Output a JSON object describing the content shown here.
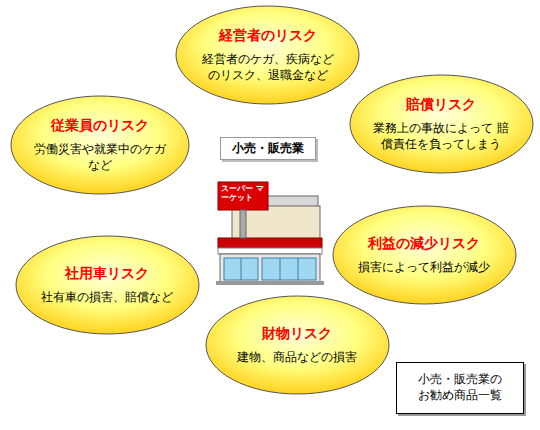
{
  "diagram": {
    "nodes": [
      {
        "text": [
          "経営者のリスク",
          "経営者のケガ、疾病など のリスク、退職金など"
        ]
      },
      {
        "text": [
          "賠償リスク",
          "業務上の事故によって 賠償責任を負ってしまう"
        ]
      },
      {
        "text": [
          "従業員のリスク",
          "労働災害や就業中のケガ など"
        ]
      },
      {
        "text": [
          "小売・販売業"
        ]
      },
      {
        "text": [
          "利益の減少リスク",
          "損害によって利益が減少"
        ]
      },
      {
        "text": [
          "社用車リスク",
          "社有車の損害、賠償など"
        ]
      },
      {
        "text": [
          "財物リスク",
          "建物、商品などの損害"
        ]
      },
      {
        "text": [
          "小売・販売業の お勧め商品一覧"
        ]
      }
    ],
    "labels": [
      "スーパー マーケット"
    ]
  }
}
